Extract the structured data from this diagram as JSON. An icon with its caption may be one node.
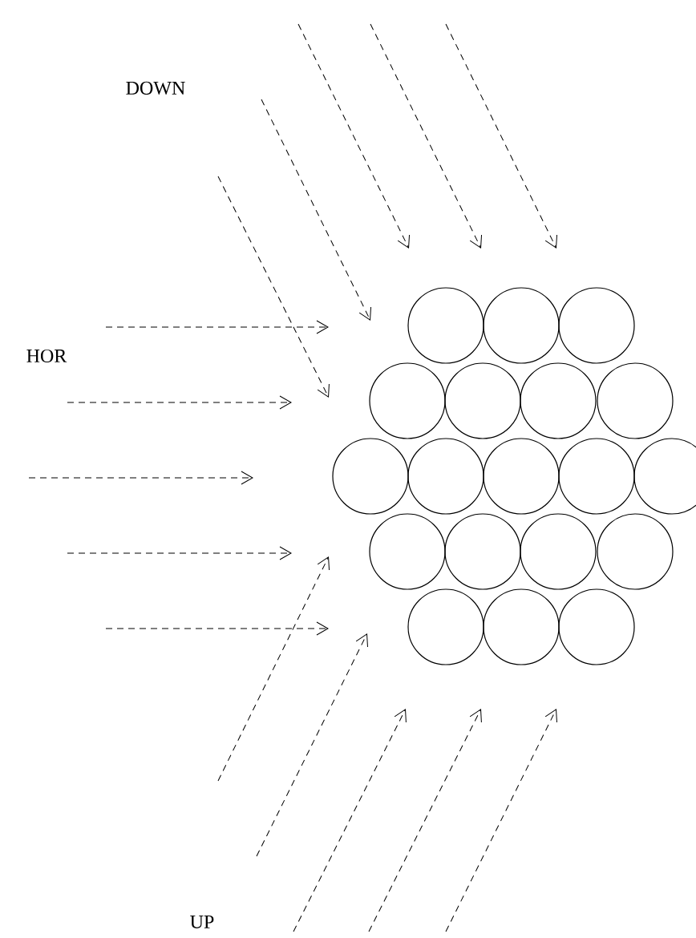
{
  "diagram": {
    "labels": [
      "DOWN",
      "HOR",
      "UP"
    ]
  }
}
